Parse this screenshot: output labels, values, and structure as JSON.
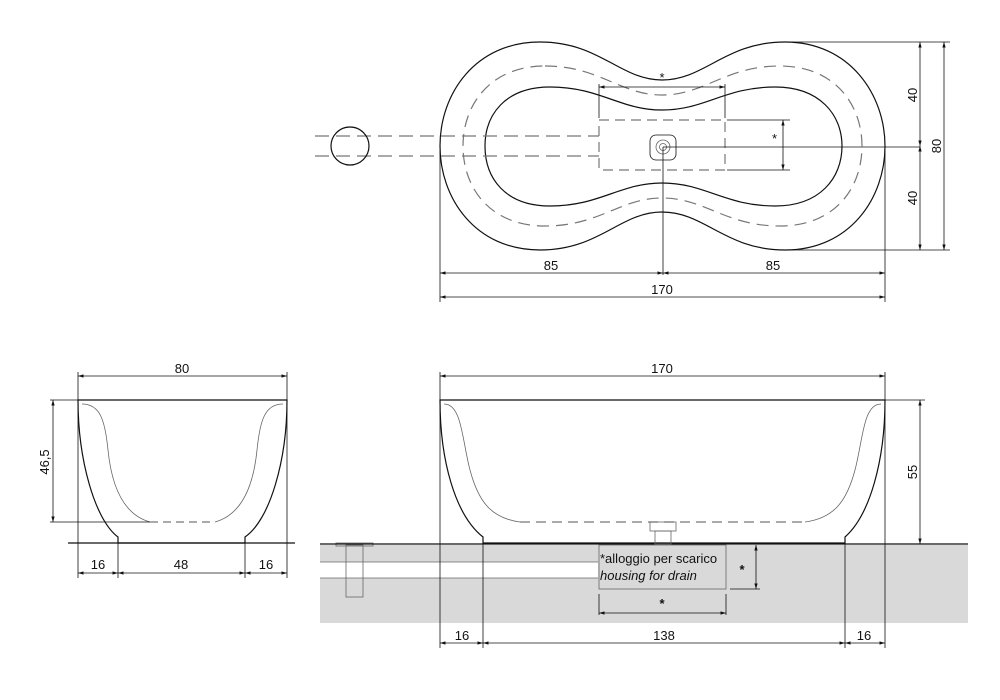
{
  "top_view": {
    "width_total": "170",
    "half_left": "85",
    "half_right": "85",
    "depth_total": "80",
    "depth_top": "40",
    "depth_bottom": "40",
    "drain_star_h": "*",
    "drain_star_v": "*"
  },
  "front_view": {
    "width": "80",
    "height": "46,5",
    "left_foot": "16",
    "base": "48",
    "right_foot": "16"
  },
  "side_view": {
    "width": "170",
    "height": "55",
    "left_foot": "16",
    "base": "138",
    "right_foot": "16",
    "housing_w": "*",
    "housing_h": "*"
  },
  "note": {
    "italian": "*alloggio per scarico",
    "english": "housing for drain"
  },
  "colors": {
    "line": "#111111",
    "floor": "#d9d9d9",
    "dashed": "#777777"
  }
}
